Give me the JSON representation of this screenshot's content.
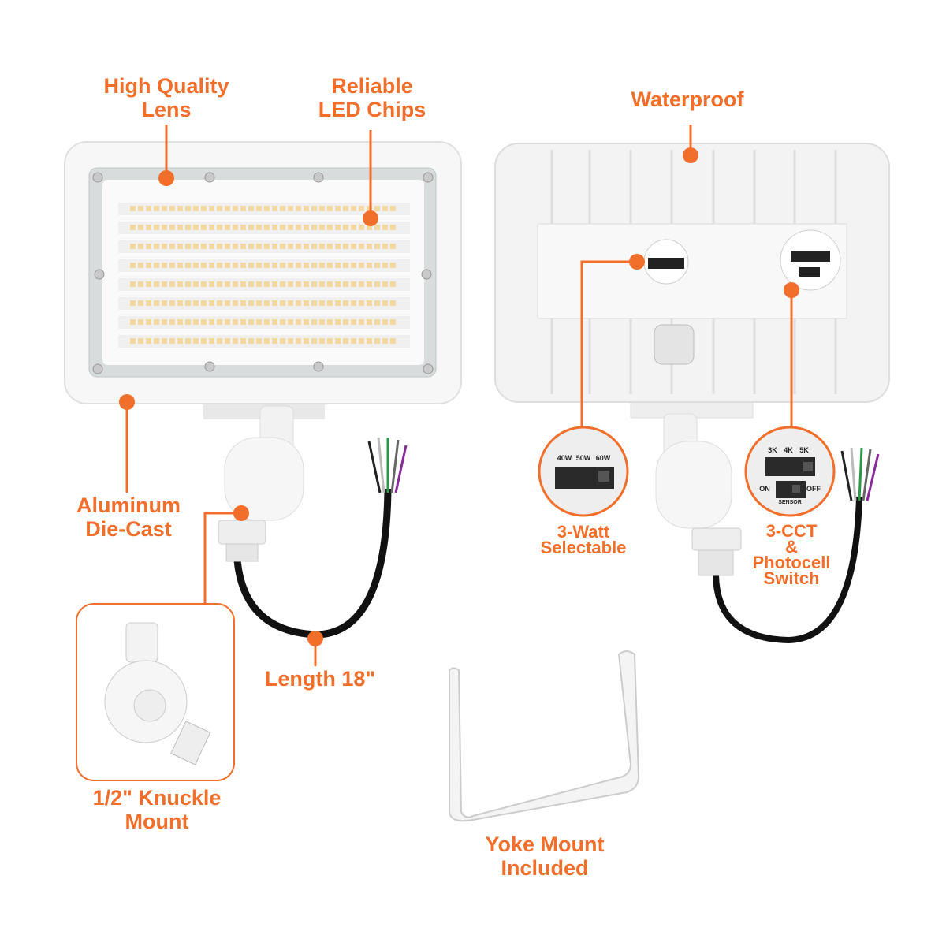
{
  "accent_color": "#f26f2b",
  "callouts": {
    "lens": [
      "High Quality",
      "Lens"
    ],
    "led": [
      "Reliable",
      "LED Chips"
    ],
    "waterproof": "Waterproof",
    "aluminum": [
      "Aluminum",
      "Die-Cast"
    ],
    "length": "Length 18\"",
    "knuckle": [
      "1/2\" Knuckle",
      "Mount"
    ],
    "watt": [
      "3-Watt",
      "Selectable"
    ],
    "cct": [
      "3-CCT",
      "&",
      "Photocell",
      "Switch"
    ],
    "yoke": [
      "Yoke Mount",
      "Included"
    ]
  },
  "watt_switch": {
    "options": [
      "40W",
      "50W",
      "60W"
    ],
    "selected": "60W"
  },
  "cct_switch": {
    "options": [
      "3K",
      "4K",
      "5K"
    ],
    "selected": "5K",
    "sensor_on": "ON",
    "sensor_off": "OFF",
    "sensor_label": "SENSOR",
    "sensor_state": "OFF"
  }
}
